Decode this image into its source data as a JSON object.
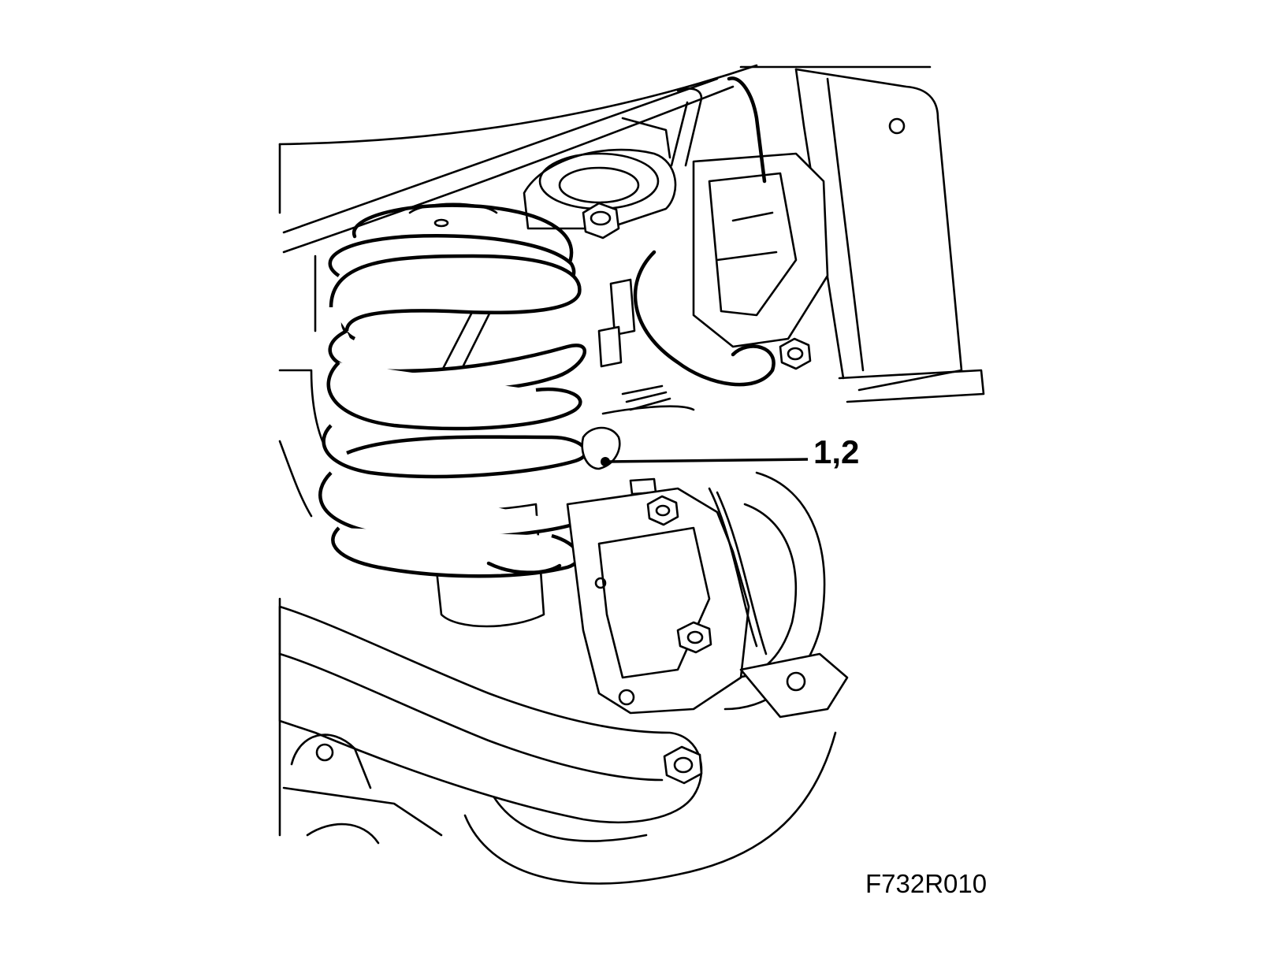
{
  "diagram": {
    "callouts": [
      {
        "label": "1,2",
        "target": "spring-link-bolt"
      }
    ],
    "figure_code": "F732R010"
  }
}
